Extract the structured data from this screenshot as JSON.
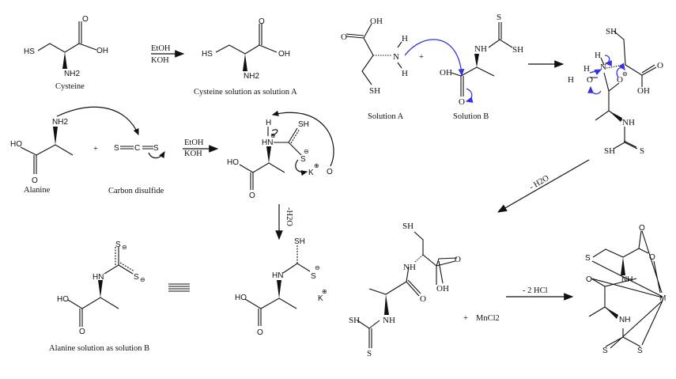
{
  "captions": {
    "cysteine": "Cysteine",
    "cysteine_solution": "Cysteine solution as solution A",
    "solution_a": "Solution A",
    "solution_b": "Solution B",
    "alanine": "Alanine",
    "carbon_disulfide": "Carbon disulfide",
    "alanine_solution": "Alanine solution as solution B"
  },
  "reagents": {
    "etoh": "EtOH",
    "koh": "KOH",
    "minus_water": "- H2O",
    "vertical_water": "-H2O",
    "minus_hcl": "- 2 HCl",
    "mncl2": "MnCl2",
    "plus": "+"
  },
  "atoms": {
    "hs": "HS",
    "sh": "SH",
    "oh": "OH",
    "ho": "HO",
    "o": "O",
    "nh2": "NH2",
    "nh": "NH",
    "hn": "HN",
    "n": "N",
    "h": "H",
    "s": "S",
    "c": "C",
    "k": "K",
    "m": "M"
  },
  "charges": {
    "plus": "⊕",
    "minus": "⊖"
  },
  "colors": {
    "mechanism_arrow": "#3535d6",
    "ink": "#111111"
  }
}
